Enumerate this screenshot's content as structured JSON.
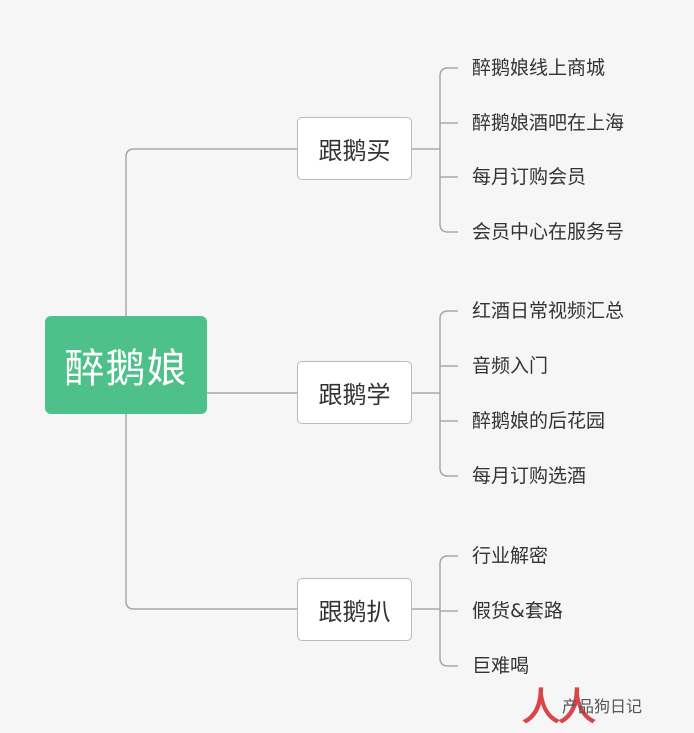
{
  "root": {
    "label": "醉鹅娘"
  },
  "branches": [
    {
      "label": "跟鹅买",
      "children": [
        "醉鹅娘线上商城",
        "醉鹅娘酒吧在上海",
        "每月订购会员",
        "会员中心在服务号"
      ]
    },
    {
      "label": "跟鹅学",
      "children": [
        "红酒日常视频汇总",
        "音频入门",
        "醉鹅娘的后花园",
        "每月订购选酒"
      ]
    },
    {
      "label": "跟鹅扒",
      "children": [
        "行业解密",
        "假货&套路",
        "巨难喝"
      ]
    }
  ],
  "colors": {
    "root": "#4dc189",
    "connector": "#a8a8a8",
    "background": "#f6f6f6"
  },
  "watermark": {
    "mark": "人人",
    "text": "产品狗日记"
  }
}
